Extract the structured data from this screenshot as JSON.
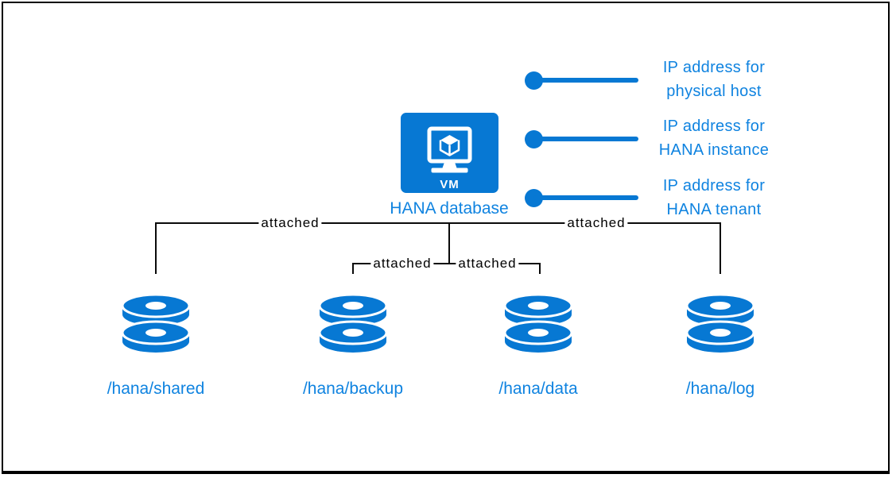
{
  "diagram": {
    "vm": {
      "icon_text": "VM",
      "label": "HANA database"
    },
    "ip_callouts": [
      {
        "line1": "IP address for",
        "line2": "physical host"
      },
      {
        "line1": "IP address for",
        "line2": "HANA instance"
      },
      {
        "line1": "IP address for",
        "line2": "HANA tenant"
      }
    ],
    "attached_label": "attached",
    "disks": [
      {
        "label": "/hana/shared"
      },
      {
        "label": "/hana/backup"
      },
      {
        "label": "/hana/data"
      },
      {
        "label": "/hana/log"
      }
    ],
    "colors": {
      "icon_blue": "#0778d3",
      "label_blue": "#0f83e0",
      "connector_black": "#0a0a0a"
    }
  }
}
